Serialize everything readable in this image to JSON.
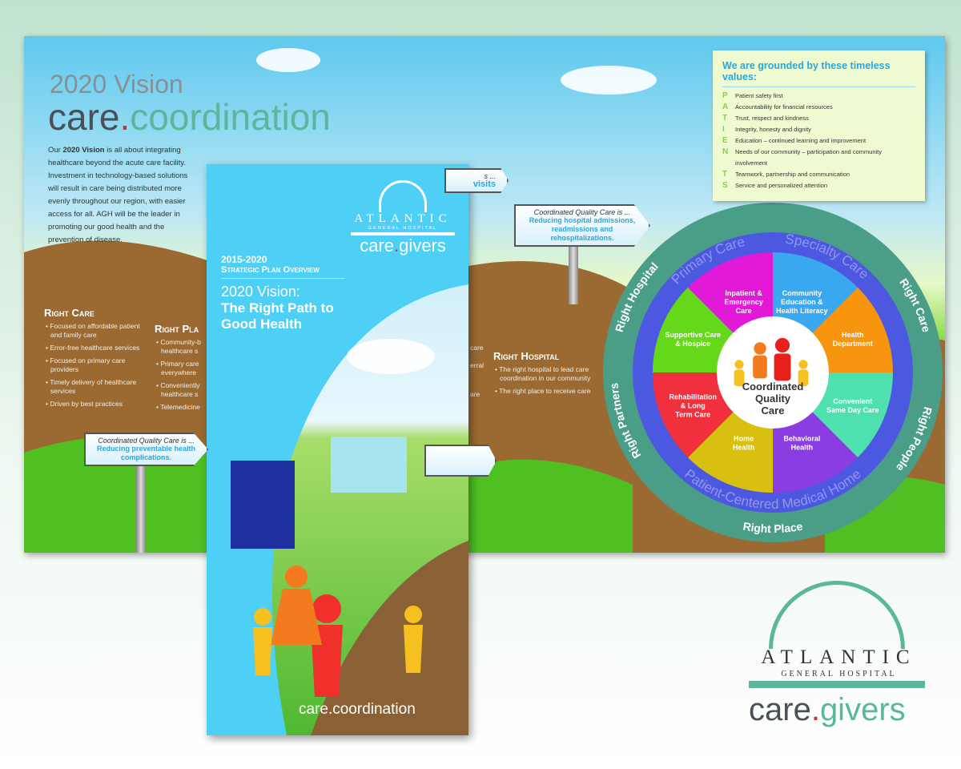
{
  "poster": {
    "vision_small": "2020 Vision",
    "vision_big_a": "care",
    "vision_big_dot": ".",
    "vision_big_b": "coordination",
    "intro_bold": "2020 Vision",
    "intro_pre": "Our ",
    "intro_post": " is all about integrating healthcare beyond the acute care facility. Investment in technology-based solutions will result in care being distributed more evenly throughout our region, with easier access for all.  AGH will be the leader in promoting our good health and the prevention of disease.",
    "right_care": {
      "title": "Right Care",
      "items": [
        "Focused on affordable patient and family care",
        "Error-free healthcare services",
        "Focused on primary care providers",
        "Timely delivery of healthcare services",
        "Driven by best practices"
      ]
    },
    "right_place": {
      "title": "Right Pla",
      "items": [
        "Community-b healthcare s",
        "Primary care everywhere",
        "Conveniently healthcare s",
        "Telemedicine"
      ]
    },
    "right_hospital": {
      "title": "Right Hospital",
      "items": [
        "The right hospital to lead care coordination in our community",
        "The right place to receive care"
      ]
    },
    "partial_text": [
      "care",
      "erral",
      "are"
    ],
    "signs": [
      {
        "lead": "Coordinated Quality Care is ...",
        "text": "Reducing preventable health complications."
      },
      {
        "lead": "Coordinated Quality Care is ...",
        "text": "Reducing hospital admissions, readmissions and rehospitalizations."
      },
      {
        "lead": "s ...",
        "text": "visits"
      }
    ],
    "values": {
      "title": "We are grounded by these timeless values:",
      "items": [
        {
          "letter": "P",
          "text": "Patient safety first"
        },
        {
          "letter": "A",
          "text": "Accountability for financial resources"
        },
        {
          "letter": "T",
          "text": "Trust, respect and kindness"
        },
        {
          "letter": "I",
          "text": "Integrity, honesty and dignity"
        },
        {
          "letter": "E",
          "text": "Education – continued learning and improvement"
        },
        {
          "letter": "N",
          "text": "Needs of our community – participation and community involvement"
        },
        {
          "letter": "T",
          "text": "Teamwork, partnership and communication"
        },
        {
          "letter": "S",
          "text": "Service and personalized attention"
        }
      ]
    },
    "wheel": {
      "center": [
        "Coordinated",
        "Quality",
        "Care"
      ],
      "outer": [
        "Right Hospital",
        "Right Care",
        "Right People",
        "Right Place",
        "Right Partners"
      ],
      "middle": [
        "Primary Care",
        "Specialty Care",
        "Patient-Centered Medical Home"
      ],
      "segments": [
        {
          "label": [
            "Community",
            "Education &",
            "Health Literacy"
          ],
          "color": "#3aa8f0"
        },
        {
          "label": [
            "Health",
            "Department"
          ],
          "color": "#f7950f"
        },
        {
          "label": [
            "Convenient",
            "Same Day Care"
          ],
          "color": "#4fe0b0"
        },
        {
          "label": [
            "Behavioral",
            "Health"
          ],
          "color": "#8a3de0"
        },
        {
          "label": [
            "Home",
            "Health"
          ],
          "color": "#d8c010"
        },
        {
          "label": [
            "Rehabilitation",
            "& Long",
            "Term Care"
          ],
          "color": "#f0303c"
        },
        {
          "label": [
            "Supportive Care",
            "& Hospice"
          ],
          "color": "#66d81a"
        },
        {
          "label": [
            "Inpatient &",
            "Emergency",
            "Care"
          ],
          "color": "#e21ad8"
        }
      ]
    }
  },
  "brochure": {
    "years": "2015-2020",
    "subtitle": "Strategic Plan Overview",
    "title1": "2020 Vision:",
    "title2": "The Right Path to",
    "title3": "Good Health",
    "logo_name": "ATLANTIC",
    "logo_sub": "GENERAL HOSPITAL",
    "cg_a": "care",
    "cg_dot": ".",
    "cg_b": "givers",
    "footer": "care.coordination"
  },
  "logo": {
    "name": "ATLANTIC",
    "sub": "GENERAL HOSPITAL",
    "cg_a": "care",
    "cg_dot": ".",
    "cg_b": "givers"
  }
}
